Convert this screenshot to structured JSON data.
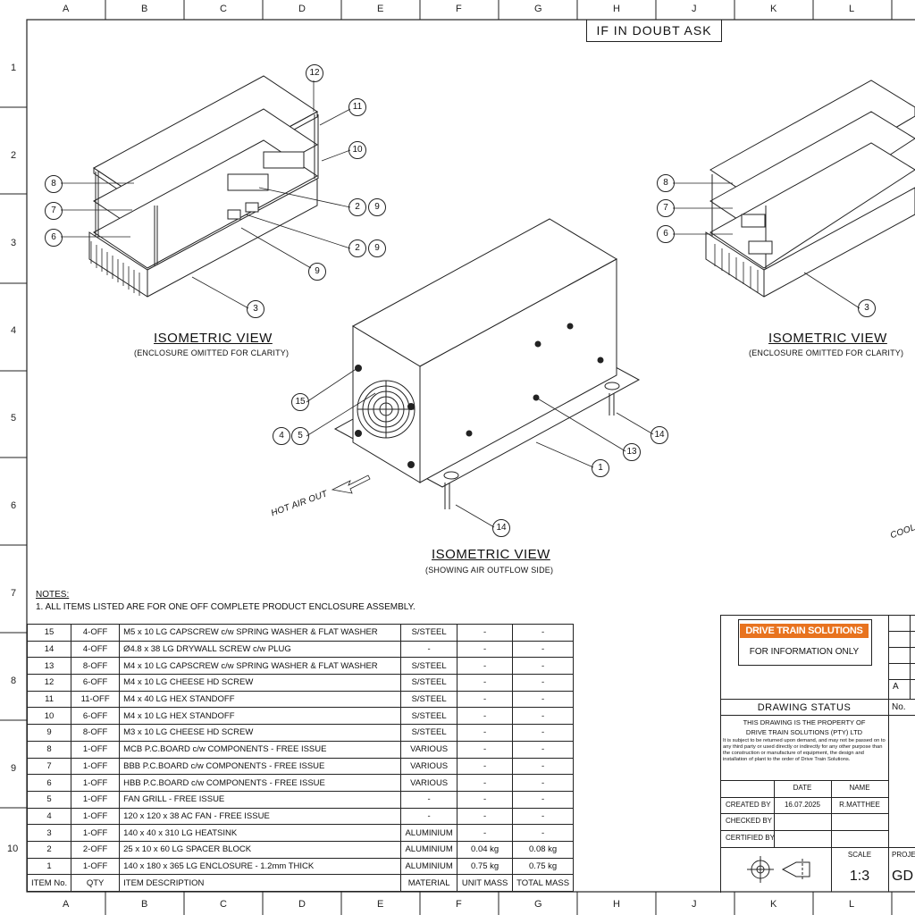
{
  "grid": {
    "columns": [
      "A",
      "B",
      "C",
      "D",
      "E",
      "F",
      "G",
      "H",
      "J",
      "K",
      "L"
    ],
    "rows": [
      "1",
      "2",
      "3",
      "4",
      "5",
      "6",
      "7",
      "8",
      "9",
      "10"
    ]
  },
  "header_note": "IF IN DOUBT ASK",
  "views": {
    "left": {
      "title": "ISOMETRIC VIEW",
      "subtitle": "(ENCLOSURE OMITTED FOR CLARITY)"
    },
    "center": {
      "title": "ISOMETRIC VIEW",
      "subtitle": "(SHOWING AIR OUTFLOW SIDE)"
    },
    "right": {
      "title": "ISOMETRIC VIEW",
      "subtitle": "(ENCLOSURE OMITTED FOR CLARITY)"
    }
  },
  "labels": {
    "hot_air": "HOT AIR OUT",
    "cool_air": "COOL"
  },
  "balloons": [
    "12",
    "11",
    "10",
    "8",
    "7",
    "6",
    "2",
    "9",
    "2",
    "9",
    "9",
    "3",
    "15",
    "4",
    "5",
    "14",
    "13",
    "1",
    "14",
    "8",
    "7",
    "6",
    "3"
  ],
  "notes": {
    "heading": "NOTES:",
    "items": [
      "1. ALL ITEMS LISTED ARE FOR ONE OFF COMPLETE PRODUCT ENCLOSURE ASSEMBLY."
    ]
  },
  "bom": {
    "headers": [
      "ITEM No.",
      "QTY",
      "ITEM DESCRIPTION",
      "MATERIAL",
      "UNIT MASS",
      "TOTAL MASS"
    ],
    "rows": [
      [
        "15",
        "4-OFF",
        "M5 x 10 LG CAPSCREW c/w SPRING WASHER & FLAT WASHER",
        "S/STEEL",
        "-",
        "-"
      ],
      [
        "14",
        "4-OFF",
        "Ø4.8 x 38 LG DRYWALL SCREW c/w PLUG",
        "-",
        "-",
        "-"
      ],
      [
        "13",
        "8-OFF",
        "M4 x 10 LG CAPSCREW c/w SPRING WASHER & FLAT WASHER",
        "S/STEEL",
        "-",
        "-"
      ],
      [
        "12",
        "6-OFF",
        "M4 x 10 LG CHEESE HD SCREW",
        "S/STEEL",
        "-",
        "-"
      ],
      [
        "11",
        "11-OFF",
        "M4 x 40 LG HEX STANDOFF",
        "S/STEEL",
        "-",
        "-"
      ],
      [
        "10",
        "6-OFF",
        "M4 x 10 LG HEX STANDOFF",
        "S/STEEL",
        "-",
        "-"
      ],
      [
        "9",
        "8-OFF",
        "M3 x 10 LG CHEESE HD SCREW",
        "S/STEEL",
        "-",
        "-"
      ],
      [
        "8",
        "1-OFF",
        "MCB P.C.BOARD c/w COMPONENTS - FREE ISSUE",
        "VARIOUS",
        "-",
        "-"
      ],
      [
        "7",
        "1-OFF",
        "BBB P.C.BOARD c/w COMPONENTS - FREE ISSUE",
        "VARIOUS",
        "-",
        "-"
      ],
      [
        "6",
        "1-OFF",
        "HBB P.C.BOARD c/w COMPONENTS - FREE ISSUE",
        "VARIOUS",
        "-",
        "-"
      ],
      [
        "5",
        "1-OFF",
        "FAN GRILL - FREE ISSUE",
        "-",
        "-",
        "-"
      ],
      [
        "4",
        "1-OFF",
        "120 x 120 x 38 AC FAN - FREE ISSUE",
        "-",
        "-",
        "-"
      ],
      [
        "3",
        "1-OFF",
        "140 x 40 x 310 LG HEATSINK",
        "ALUMINIUM",
        "-",
        "-"
      ],
      [
        "2",
        "2-OFF",
        "25 x 10 x 60 LG SPACER BLOCK",
        "ALUMINIUM",
        "0.04 kg",
        "0.08 kg"
      ],
      [
        "1",
        "1-OFF",
        "140 x 180 x 365 LG ENCLOSURE - 1.2mm THICK",
        "ALUMINIUM",
        "0.75 kg",
        "0.75 kg"
      ]
    ]
  },
  "title_block": {
    "company": "DRIVE TRAIN SOLUTIONS",
    "info": "FOR INFORMATION ONLY",
    "drawing_status": "DRAWING STATUS",
    "property_1": "THIS DRAWING IS THE PROPERTY OF",
    "property_2": "DRIVE TRAIN SOLUTIONS (PTY) LTD",
    "legal": "It is subject to be returned upon demand, and may not be passed on to any third party or used directly or indirectly for any other purpose than the construction or manufacture of equipment, the design and installation of plant to the order of Drive Train Solutions.",
    "date_header": "DATE",
    "name_header": "NAME",
    "created_by": "CREATED BY",
    "created_date": "16.07.2025",
    "created_name": "R.MATTHEE",
    "checked_by": "CHECKED BY",
    "certified_by": "CERTIFIED BY",
    "scale_label": "SCALE",
    "scale": "1:3",
    "project_label": "PROJE",
    "project_code": "GD",
    "rev_a": "A",
    "rev_no": "No."
  },
  "colors": {
    "brand": "#e8731f",
    "line": "#222222"
  }
}
